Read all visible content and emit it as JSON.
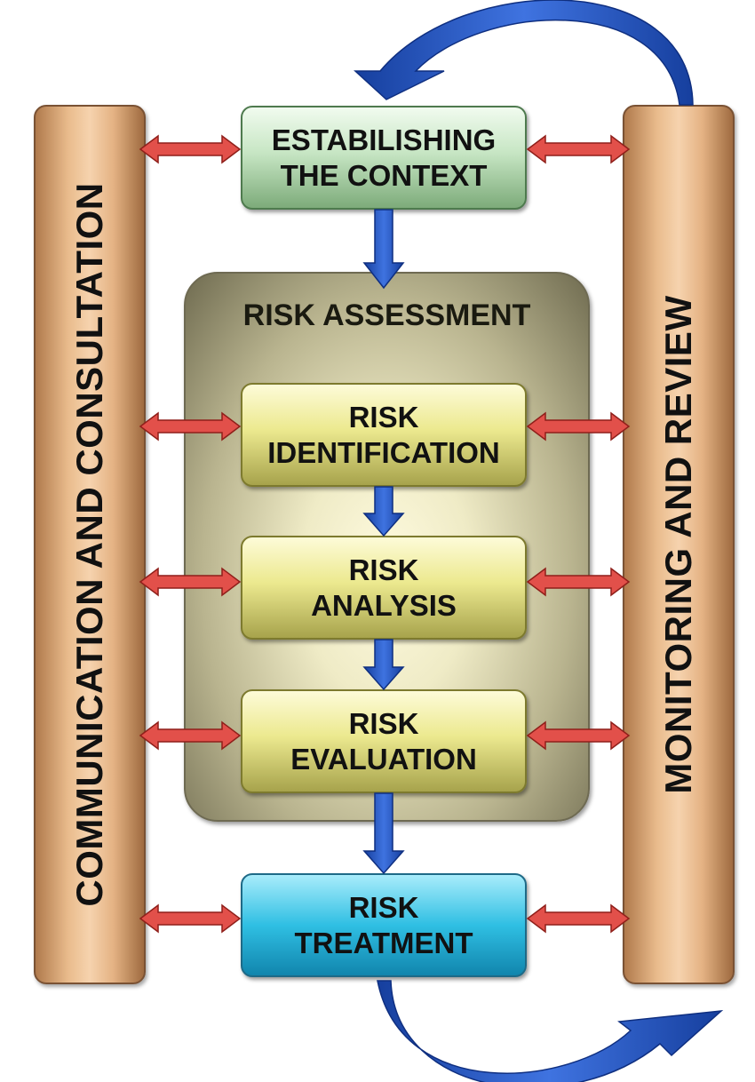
{
  "diagram": {
    "left_pillar_label": "COMMUNICATION AND CONSULTATION",
    "right_pillar_label": "MONITORING AND REVIEW",
    "assessment_label": "RISK ASSESSMENT",
    "steps": {
      "context": "ESTABILISHING\nTHE CONTEXT",
      "identification": "RISK\nIDENTIFICATION",
      "analysis": "RISK\nANALYSIS",
      "evaluation": "RISK\nEVALUATION",
      "treatment": "RISK\nTREATMENT"
    }
  },
  "colors": {
    "flow_arrow": "#2454c8",
    "link_arrow": "#e2504a",
    "pillar": "#e9bb8c",
    "context_box": "#c7e6c4",
    "assessment_box": "#ece98f",
    "treatment_box": "#2fbfe3"
  }
}
